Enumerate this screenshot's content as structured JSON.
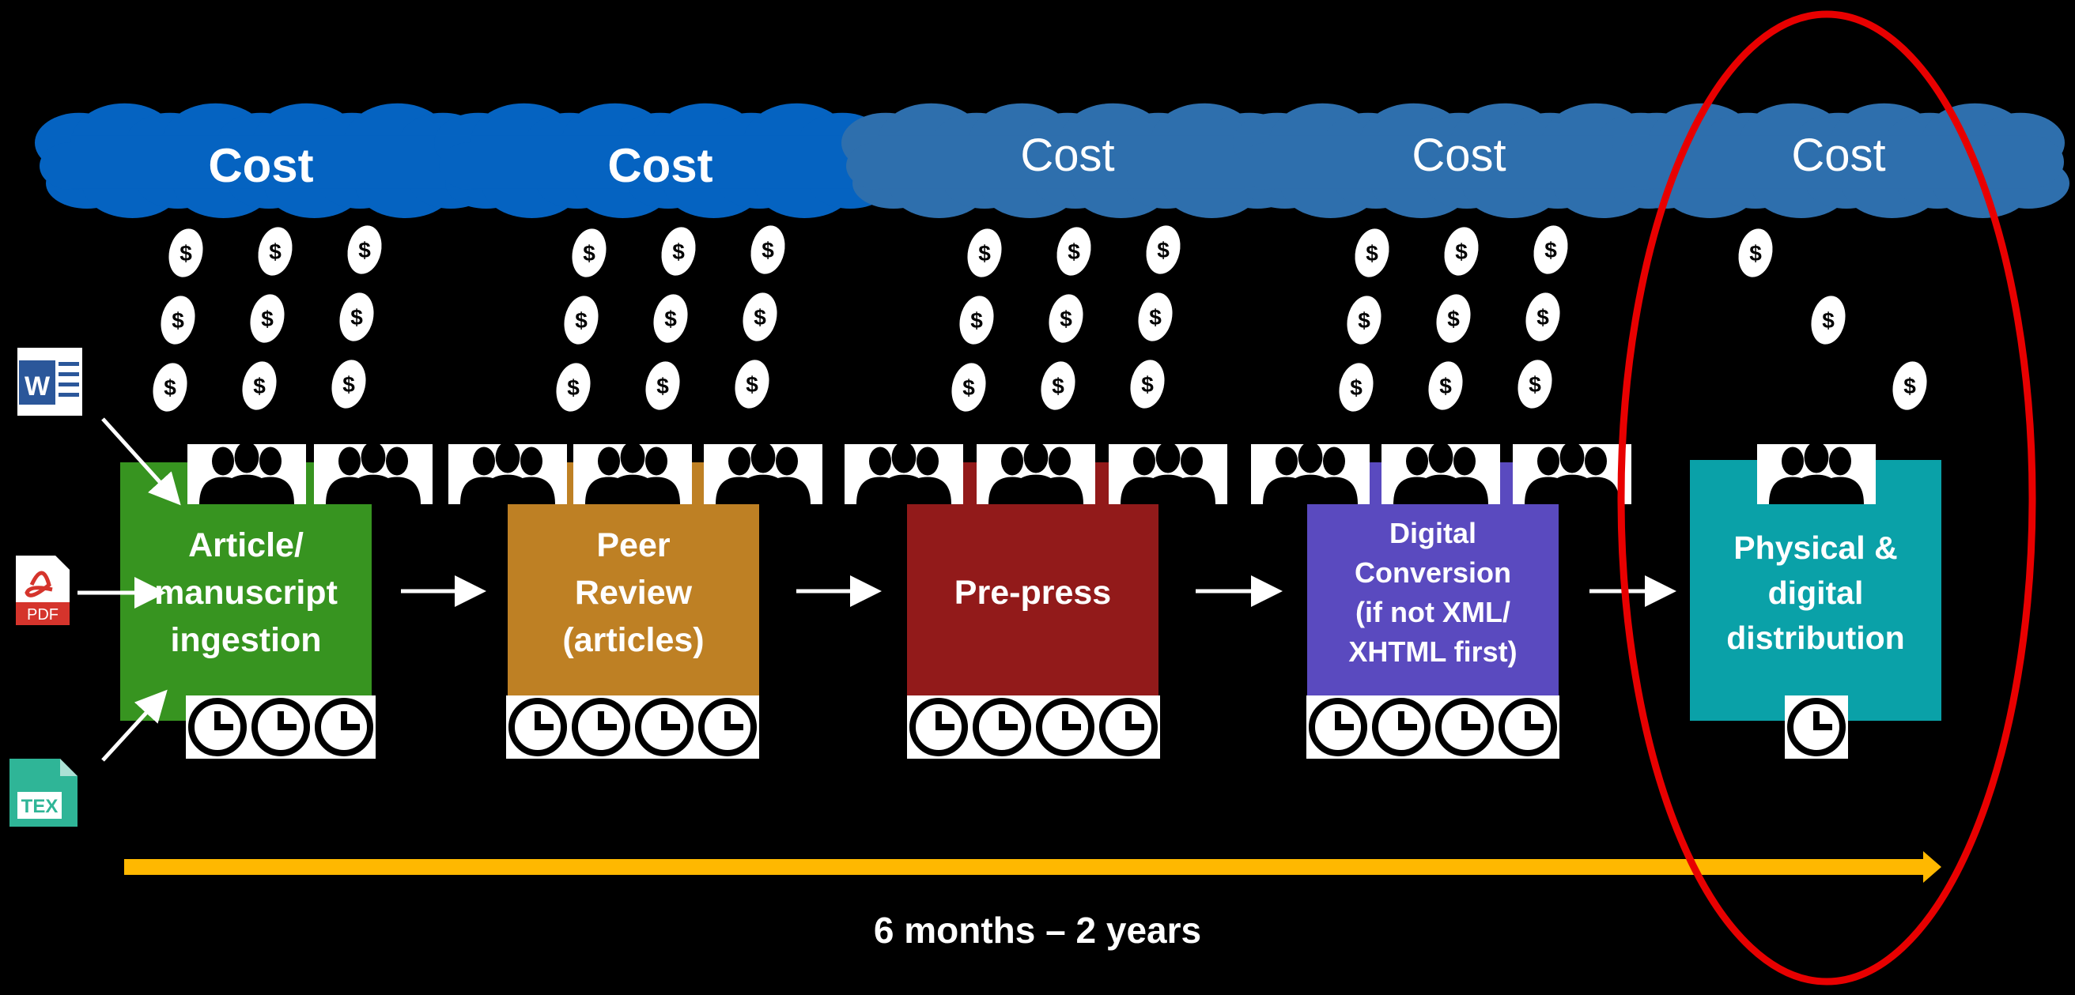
{
  "colors": {
    "background": "#000000",
    "cloud_bright": "#0563C1",
    "cloud_muted": "#2E6FAD",
    "ingestion": "#379420",
    "peer_review": "#BE8024",
    "pre_press": "#921A1A",
    "digital_conversion": "#5A4ABF",
    "distribution": "#0AA1A8",
    "timeline": "#FFB800",
    "highlight": "#E80000"
  },
  "input_formats": [
    {
      "icon": "word-document-icon",
      "label": "W"
    },
    {
      "icon": "pdf-document-icon",
      "label": "PDF"
    },
    {
      "icon": "tex-document-icon",
      "label": "TEX"
    }
  ],
  "stages": [
    {
      "name": "Article/\nmanuscript\ningestion",
      "cost": "Cost",
      "cost_emphasis": true,
      "dollar_count": 9,
      "people_count": 2,
      "clock_count": 3
    },
    {
      "name": "Peer\nReview\n(articles)",
      "cost": "Cost",
      "cost_emphasis": true,
      "dollar_count": 9,
      "people_count": 3,
      "clock_count": 4
    },
    {
      "name": "Pre-press",
      "cost": "Cost",
      "cost_emphasis": false,
      "dollar_count": 9,
      "people_count": 3,
      "clock_count": 4
    },
    {
      "name": "Digital\nConversion\n(if not XML/\nXHTML first)",
      "cost": "Cost",
      "cost_emphasis": false,
      "dollar_count": 9,
      "people_count": 3,
      "clock_count": 4
    },
    {
      "name": "Physical &\ndigital\ndistribution",
      "cost": "Cost",
      "cost_emphasis": false,
      "dollar_count": 3,
      "people_count": 1,
      "clock_count": 1
    }
  ],
  "dollar_symbol": "$",
  "timeline": {
    "label": "6 months – 2 years"
  }
}
